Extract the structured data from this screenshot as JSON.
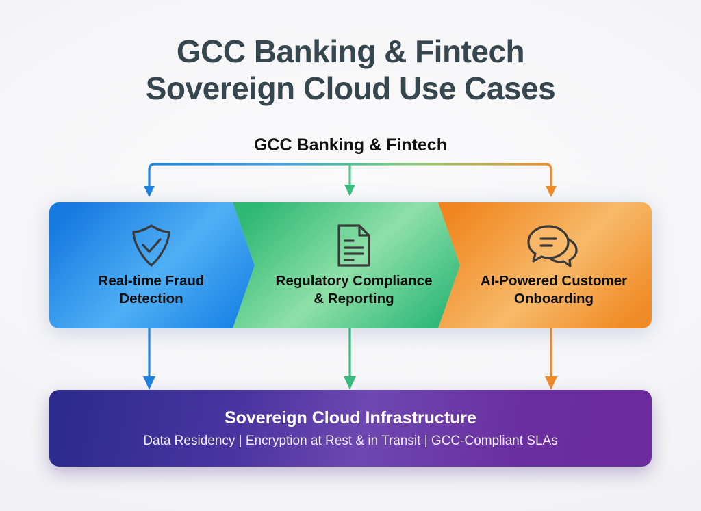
{
  "title": {
    "line1": "GCC Banking & Fintech",
    "line2": "Sovereign Cloud Use Cases",
    "color": "#37474f"
  },
  "subtitle": {
    "text": "GCC Banking & Fintech",
    "color": "#111111"
  },
  "use_cases": [
    {
      "label": "Real-time Fraud\nDetection",
      "icon": "shield-check-icon",
      "color_start": "#1579e0",
      "color_end": "#4fb0f5",
      "connector_color": "#1f84df"
    },
    {
      "label": "Regulatory Compliance\n& Reporting",
      "icon": "document-lines-icon",
      "color_start": "#2eb872",
      "color_end": "#8ee0a8",
      "connector_color": "#3bbd80"
    },
    {
      "label": "AI-Powered Customer\nOnboarding",
      "icon": "speech-bubbles-icon",
      "color_start": "#f0861f",
      "color_end": "#f7b969",
      "connector_color": "#ef8c28"
    }
  ],
  "foundation": {
    "title": "Sovereign Cloud Infrastructure",
    "subtitle": "Data Residency | Encryption at Rest & in Transit | GCC-Compliant SLAs",
    "color_start": "#2b2a8c",
    "color_mid": "#6e47b0",
    "color_end": "#6b2a9e"
  },
  "background_color": "#f7f7f8"
}
